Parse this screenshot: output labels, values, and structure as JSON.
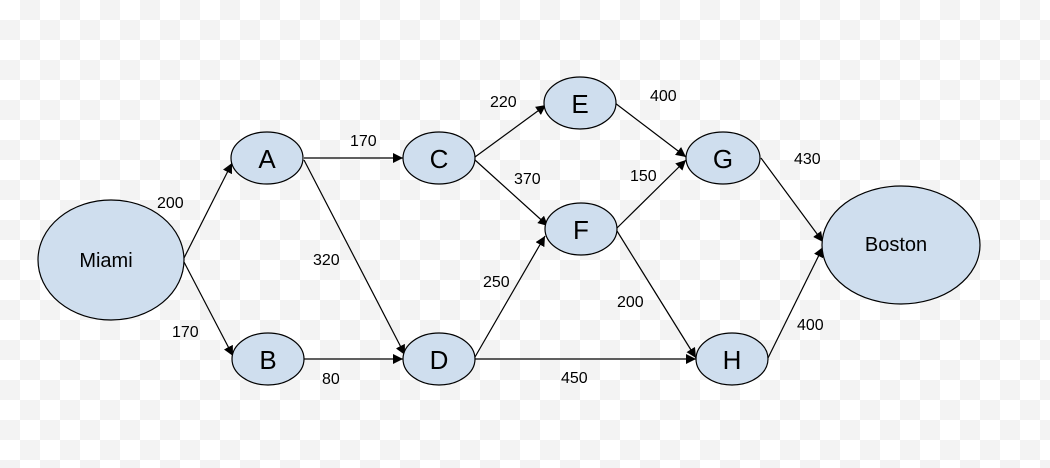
{
  "nodes": {
    "miami": "Miami",
    "a": "A",
    "b": "B",
    "c": "C",
    "d": "D",
    "e": "E",
    "f": "F",
    "g": "G",
    "h": "H",
    "boston": "Boston"
  },
  "edges": {
    "miami_a": "200",
    "miami_b": "170",
    "a_c": "170",
    "a_d": "320",
    "b_d": "80",
    "c_e": "220",
    "c_f": "370",
    "d_f": "250",
    "d_h": "450",
    "e_g": "400",
    "f_g": "150",
    "f_h": "200",
    "g_boston": "430",
    "h_boston": "400"
  },
  "colors": {
    "node_fill": "#cfdeee",
    "line": "#000000"
  }
}
